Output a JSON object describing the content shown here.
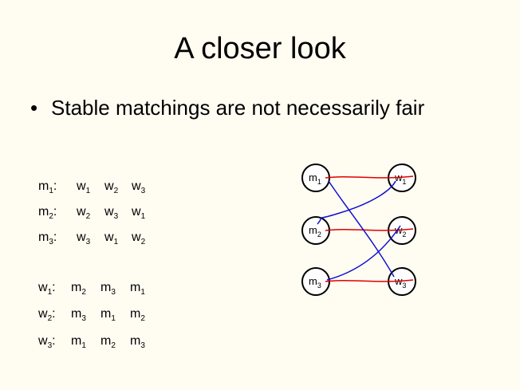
{
  "slide": {
    "title": "A closer look",
    "bullet_symbol": "•",
    "bullet": "Stable matchings are not necessarily fair"
  },
  "men_preferences": [
    {
      "owner": {
        "letter": "m",
        "index": "1"
      },
      "separator": ":",
      "ranking": [
        {
          "letter": "w",
          "index": "1"
        },
        {
          "letter": "w",
          "index": "2"
        },
        {
          "letter": "w",
          "index": "3"
        }
      ]
    },
    {
      "owner": {
        "letter": "m",
        "index": "2"
      },
      "separator": ":",
      "ranking": [
        {
          "letter": "w",
          "index": "2"
        },
        {
          "letter": "w",
          "index": "3"
        },
        {
          "letter": "w",
          "index": "1"
        }
      ]
    },
    {
      "owner": {
        "letter": "m",
        "index": "3"
      },
      "separator": ":",
      "ranking": [
        {
          "letter": "w",
          "index": "3"
        },
        {
          "letter": "w",
          "index": "1"
        },
        {
          "letter": "w",
          "index": "2"
        }
      ]
    }
  ],
  "women_preferences": [
    {
      "owner": {
        "letter": "w",
        "index": "1"
      },
      "separator": ":",
      "ranking": [
        {
          "letter": "m",
          "index": "2"
        },
        {
          "letter": "m",
          "index": "3"
        },
        {
          "letter": "m",
          "index": "1"
        }
      ]
    },
    {
      "owner": {
        "letter": "w",
        "index": "2"
      },
      "separator": ":",
      "ranking": [
        {
          "letter": "m",
          "index": "3"
        },
        {
          "letter": "m",
          "index": "1"
        },
        {
          "letter": "m",
          "index": "2"
        }
      ]
    },
    {
      "owner": {
        "letter": "w",
        "index": "3"
      },
      "separator": ":",
      "ranking": [
        {
          "letter": "m",
          "index": "1"
        },
        {
          "letter": "m",
          "index": "2"
        },
        {
          "letter": "m",
          "index": "3"
        }
      ]
    }
  ],
  "diagram": {
    "men": [
      {
        "id": "m1",
        "letter": "m",
        "index": "1"
      },
      {
        "id": "m2",
        "letter": "m",
        "index": "2"
      },
      {
        "id": "m3",
        "letter": "m",
        "index": "3"
      }
    ],
    "women": [
      {
        "id": "w1",
        "letter": "w",
        "index": "1"
      },
      {
        "id": "w2",
        "letter": "w",
        "index": "2"
      },
      {
        "id": "w3",
        "letter": "w",
        "index": "3"
      }
    ],
    "matching_red": [
      [
        "m1",
        "w1"
      ],
      [
        "m2",
        "w2"
      ],
      [
        "m3",
        "w3"
      ]
    ],
    "matching_blue": [
      [
        "m1",
        "w3"
      ],
      [
        "m2",
        "w1"
      ],
      [
        "m3",
        "w2"
      ]
    ],
    "colors": {
      "red": "#E00000",
      "blue": "#1010D0",
      "node_stroke": "#000000",
      "node_fill": "#FFFFFF",
      "background": "#FFFDF2"
    }
  }
}
